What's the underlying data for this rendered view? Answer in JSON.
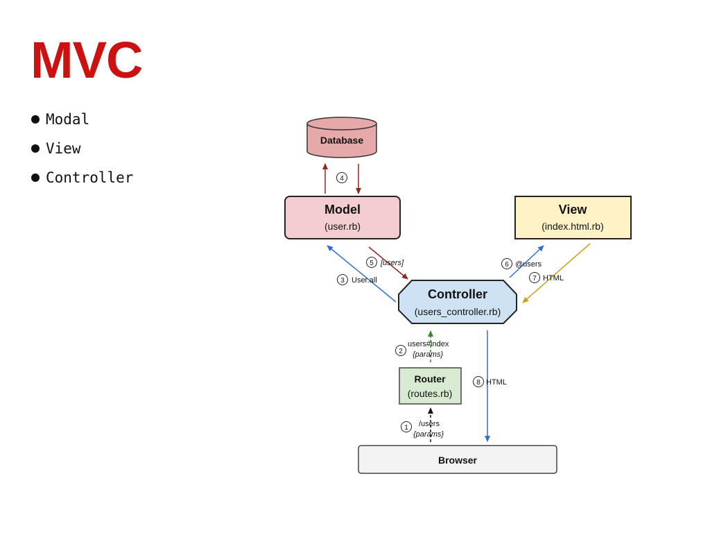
{
  "slide": {
    "title": "MVC",
    "title_color": "#cc1111",
    "bullets": [
      "Modal",
      "View",
      "Controller"
    ]
  },
  "diagram": {
    "nodes": {
      "database": {
        "label": "Database",
        "fill": "#e5a9a9"
      },
      "model": {
        "label": "Model",
        "sub": "(user.rb)",
        "fill": "#f4cdd0"
      },
      "view": {
        "label": "View",
        "sub": "(index.html.rb)",
        "fill": "#fff2c6"
      },
      "controller": {
        "label": "Controller",
        "sub": "(users_controller.rb)",
        "fill": "#cfe2f3"
      },
      "router": {
        "label": "Router",
        "sub": "(routes.rb)",
        "fill": "#d9ead3"
      },
      "browser": {
        "label": "Browser",
        "fill": "#f3f3f3"
      }
    },
    "steps": {
      "s1": {
        "num": "1",
        "label": "/users",
        "sub": "{params}"
      },
      "s2": {
        "num": "2",
        "label": "users#index",
        "sub": "{params}"
      },
      "s3": {
        "num": "3",
        "label": "User.all"
      },
      "s4": {
        "num": "4"
      },
      "s5": {
        "num": "5",
        "label": "[users]"
      },
      "s6": {
        "num": "6",
        "label": "@users"
      },
      "s7": {
        "num": "7",
        "label": "HTML"
      },
      "s8": {
        "num": "8",
        "label": "HTML"
      }
    },
    "colors": {
      "red_arrow": "#8b2a1a",
      "blue_arrow": "#2e6fd0",
      "gold_arrow": "#c9a010",
      "green_arrow": "#3b8a2e",
      "black_arrow": "#111111"
    }
  }
}
